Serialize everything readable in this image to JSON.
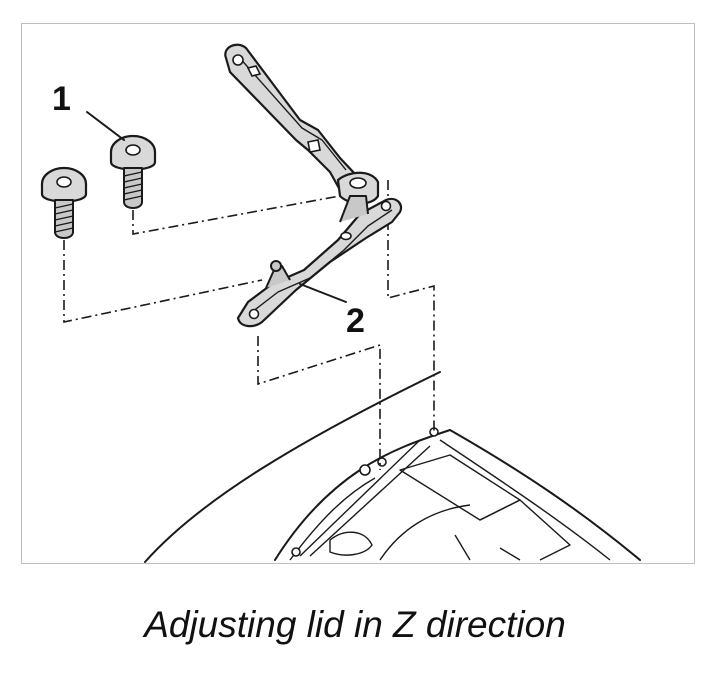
{
  "figure": {
    "callouts": {
      "bolt": "1",
      "hinge": "2"
    },
    "caption": "Adjusting lid in Z direction"
  }
}
